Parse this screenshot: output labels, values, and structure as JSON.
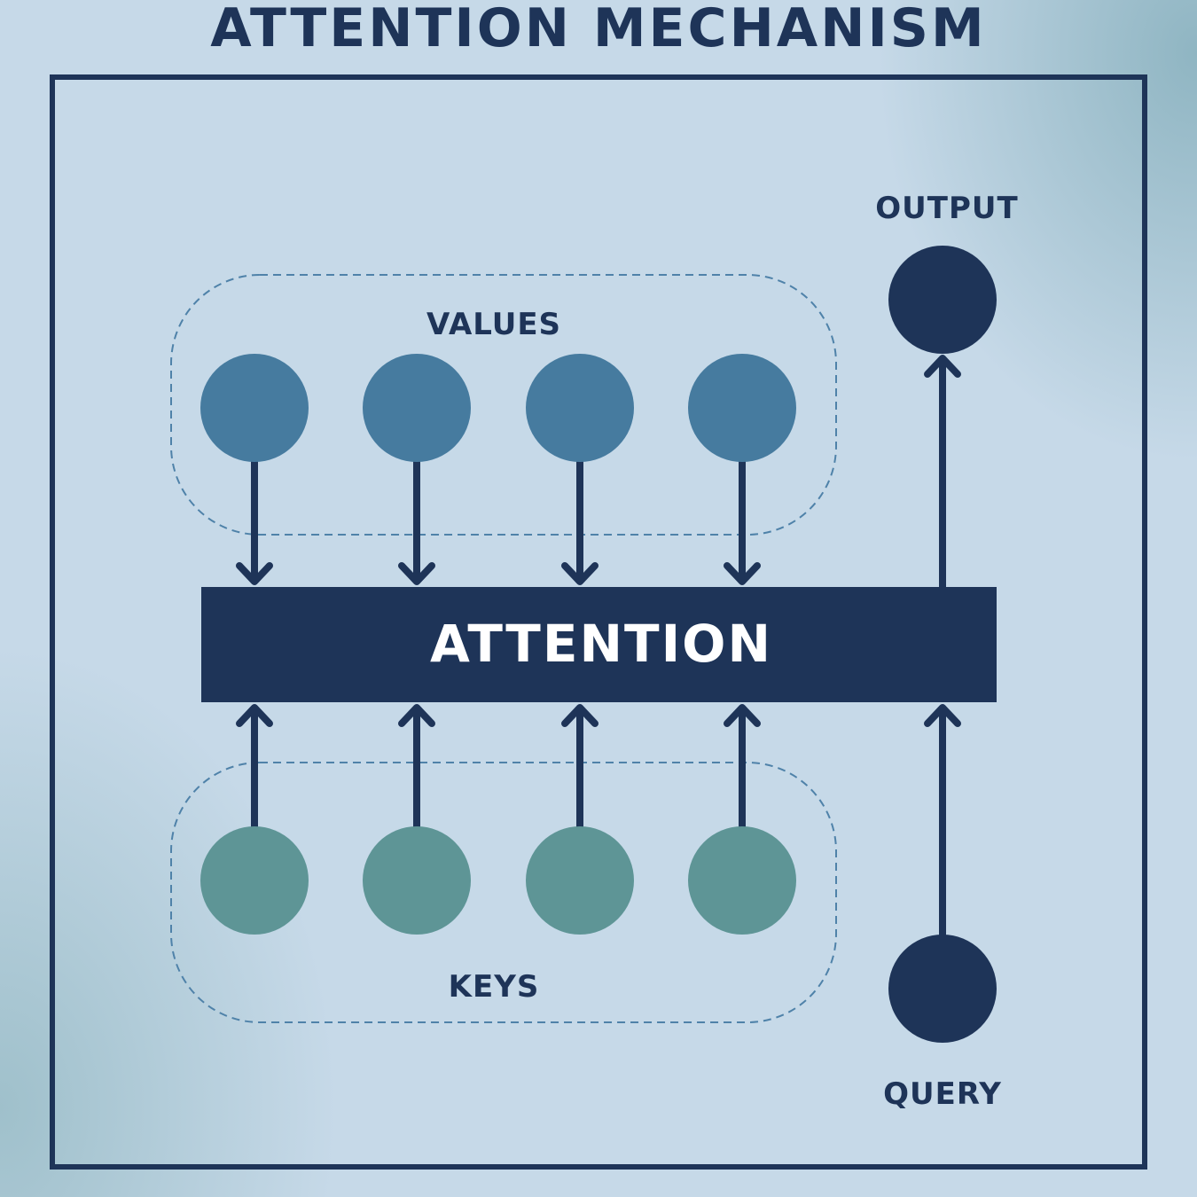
{
  "title": "ATTENTION MECHANISM",
  "labels": {
    "values": "VALUES",
    "keys": "KEYS",
    "attention": "ATTENTION",
    "output": "OUTPUT",
    "query": "QUERY"
  },
  "colors": {
    "navy": "#1e3458",
    "value_node": "#467b9f",
    "key_node": "#5e9596",
    "dashed_border": "#4f82a9",
    "attention_text": "#ffffff"
  },
  "values_count": 4,
  "keys_count": 4
}
